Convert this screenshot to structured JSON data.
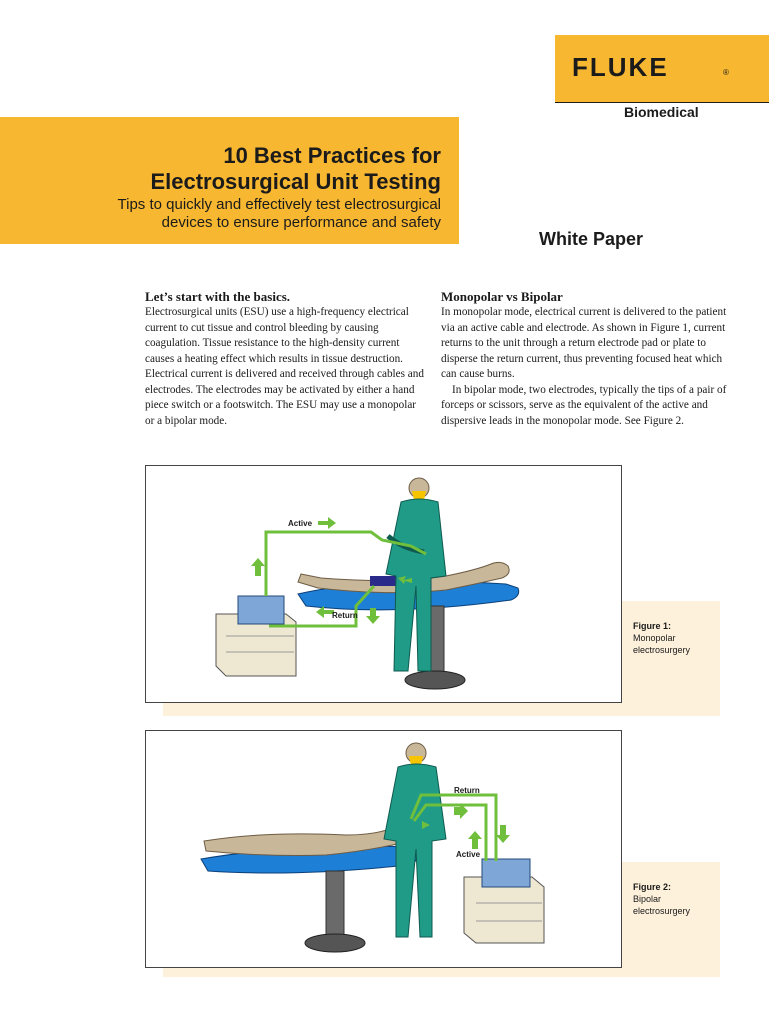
{
  "brand": {
    "logo_text": "FLUKE",
    "registered_mark": "®",
    "division": "Biomedical",
    "accent_color": "#f7b731"
  },
  "header": {
    "title_line1": "10 Best Practices for",
    "title_line2": "Electrosurgical Unit Testing",
    "subtitle_line1": "Tips to quickly and effectively test electrosurgical",
    "subtitle_line2": "devices to ensure performance and safety",
    "doc_type": "White Paper"
  },
  "section_basics": {
    "heading": "Let’s start with the basics.",
    "body": "Electrosurgical units (ESU) use a high-frequency electrical current to cut tissue and control bleeding by causing coagulation. Tissue resistance to the high-density current causes a heating effect which results in tissue destruction. Electrical current is delivered and received through cables and electrodes. The electrodes may be activated by either a hand piece switch or a footswitch. The ESU may use a monopolar or a bipolar mode."
  },
  "section_modes": {
    "heading": "Monopolar vs Bipolar",
    "para1": "In monopolar mode, electrical current is delivered to the patient via an active cable and electrode. As shown in Figure 1, current returns to the unit through a return electrode pad or plate to disperse the return current, thus preventing focused heat which can cause burns.",
    "para2": "In bipolar mode, two electrodes, typically the tips of a pair of forceps or scissors, serve as the equivalent of the active and dispersive leads in the monopolar mode. See Figure 2."
  },
  "figure1": {
    "label_active": "Active",
    "label_return": "Return",
    "caption_title": "Figure 1:",
    "caption_line1": "Monopolar",
    "caption_line2": "electrosurgery"
  },
  "figure2": {
    "label_return": "Return",
    "label_active": "Active",
    "caption_title": "Figure 2:",
    "caption_line1": "Bipolar",
    "caption_line2": "electrosurgery"
  }
}
